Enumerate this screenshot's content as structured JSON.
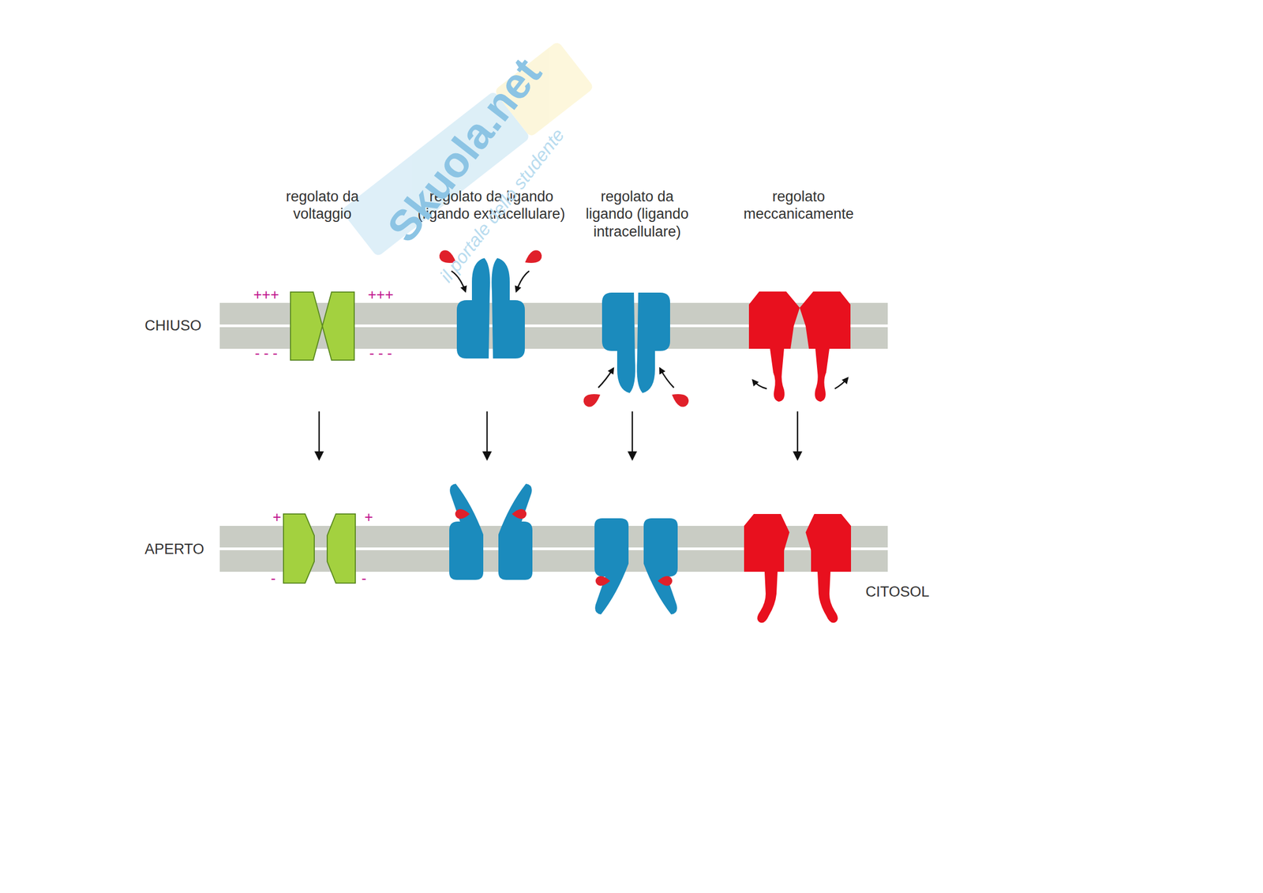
{
  "diagram": {
    "labels": [
      "regolato da voltaggio",
      "regolato da ligando (ligando extracellulare)",
      "regolato da ligando (ligando intracellulare)",
      "regolato meccanicamente",
      "CHIUSO",
      "APERTO",
      "CITOSOL",
      "+++",
      "+++",
      "- - -",
      "- - -",
      "+",
      "+",
      "-",
      "-",
      "Skuola.net",
      "il portale dello studente"
    ]
  }
}
